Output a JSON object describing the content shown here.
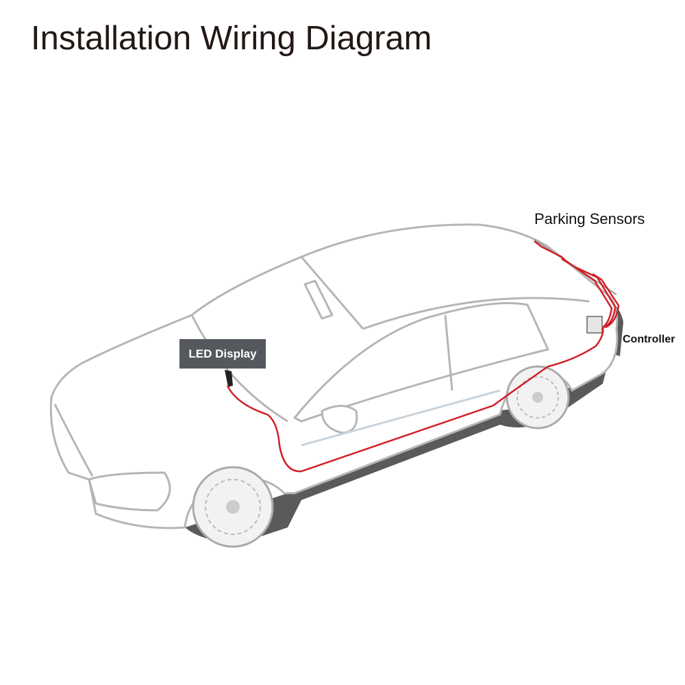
{
  "title": "Installation Wiring Diagram",
  "labels": {
    "parking_sensors": "Parking Sensors",
    "controller": "Controller",
    "led_display": "LED Display"
  },
  "colors": {
    "wire": "#d21f26",
    "outline": "#b8b8b8",
    "shadow": "#555555",
    "label_box": "#55595e"
  }
}
